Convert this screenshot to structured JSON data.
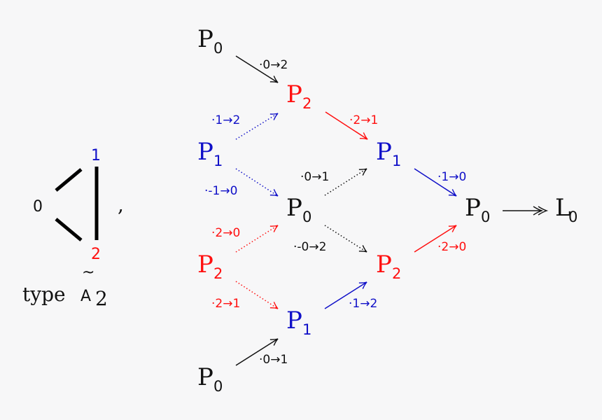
{
  "colors": {
    "black": "#111111",
    "blue": "#1010c8",
    "red": "#ff1010",
    "background": "#f7f7f8"
  },
  "dynkin": {
    "vertices": [
      {
        "label": "0",
        "color": "black"
      },
      {
        "label": "1",
        "color": "blue"
      },
      {
        "label": "2",
        "color": "red"
      }
    ],
    "comma": ",",
    "caption_word": "type",
    "caption_symbol": "A",
    "caption_tilde": "~",
    "caption_sub": "2"
  },
  "nodes": [
    {
      "id": "p0-top",
      "base": "P",
      "sub": "0",
      "color": "black"
    },
    {
      "id": "p2-upper",
      "base": "P",
      "sub": "2",
      "color": "red"
    },
    {
      "id": "p1-left",
      "base": "P",
      "sub": "1",
      "color": "blue"
    },
    {
      "id": "p1-right",
      "base": "P",
      "sub": "1",
      "color": "blue"
    },
    {
      "id": "p0-center",
      "base": "P",
      "sub": "0",
      "color": "black"
    },
    {
      "id": "p0-right",
      "base": "P",
      "sub": "0",
      "color": "black"
    },
    {
      "id": "l0",
      "base": "L",
      "sub": "0",
      "color": "black"
    },
    {
      "id": "p2-left",
      "base": "P",
      "sub": "2",
      "color": "red"
    },
    {
      "id": "p2-lower",
      "base": "P",
      "sub": "2",
      "color": "red"
    },
    {
      "id": "p1-lower",
      "base": "P",
      "sub": "1",
      "color": "blue"
    },
    {
      "id": "p0-bottom",
      "base": "P",
      "sub": "0",
      "color": "black"
    }
  ],
  "edges": [
    {
      "from": "p0-top",
      "to": "p2-upper",
      "label": "·0→2",
      "color": "black",
      "style": "solid"
    },
    {
      "from": "p1-left",
      "to": "p2-upper",
      "label": "·1→2",
      "color": "blue",
      "style": "dotted"
    },
    {
      "from": "p2-upper",
      "to": "p1-right",
      "label": "·2→1",
      "color": "red",
      "style": "solid"
    },
    {
      "from": "p1-left",
      "to": "p0-center",
      "label": "·-1→0",
      "color": "blue",
      "style": "dotted"
    },
    {
      "from": "p0-center",
      "to": "p1-right",
      "label": "·0→1",
      "color": "black",
      "style": "dotted"
    },
    {
      "from": "p1-right",
      "to": "p0-right",
      "label": "·1→0",
      "color": "blue",
      "style": "solid"
    },
    {
      "from": "p2-left",
      "to": "p0-center",
      "label": "·2→0",
      "color": "red",
      "style": "dotted"
    },
    {
      "from": "p0-center",
      "to": "p2-lower",
      "label": "·-0→2",
      "color": "black",
      "style": "dotted"
    },
    {
      "from": "p2-lower",
      "to": "p0-right",
      "label": "·2→0",
      "color": "red",
      "style": "solid"
    },
    {
      "from": "p2-left",
      "to": "p1-lower",
      "label": "·2→1",
      "color": "red",
      "style": "dotted"
    },
    {
      "from": "p1-lower",
      "to": "p2-lower",
      "label": "·1→2",
      "color": "blue",
      "style": "solid"
    },
    {
      "from": "p0-bottom",
      "to": "p1-lower",
      "label": "·0→1",
      "color": "black",
      "style": "solid"
    },
    {
      "from": "p0-right",
      "to": "l0",
      "label": "",
      "color": "black",
      "style": "surjection"
    }
  ]
}
